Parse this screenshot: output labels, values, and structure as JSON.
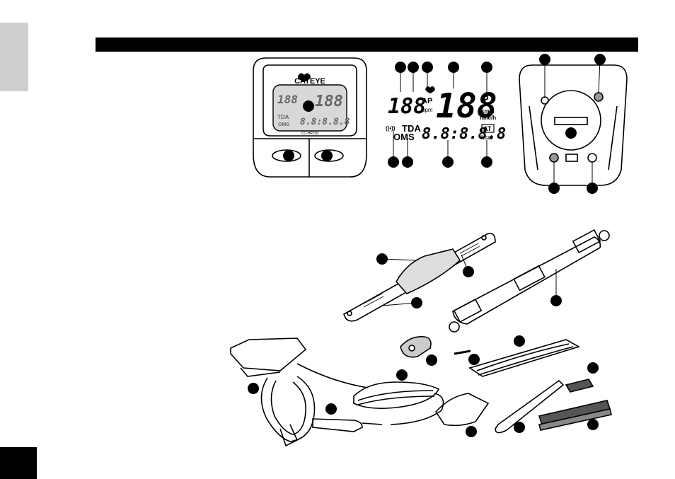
{
  "brand": "CATEYE",
  "model_code": "CC-HR100",
  "display": {
    "upper_left": "188",
    "upper_right": "188",
    "small_digit": "8",
    "bottom_digits": "8.8:8.8.8",
    "ap": "AP",
    "bpm": "bpm",
    "kmh": "km/h",
    "mileh": "mile/h",
    "tda": "TDA",
    "oms": "OMS",
    "at": "AT",
    "kcal": "kcal",
    "signal": "((•))"
  },
  "icons": {
    "heart": "heart-icon",
    "signal": "signal-icon"
  },
  "colors": {
    "header_bar": "#000000",
    "side_tab": "#cfcfcf",
    "callout": "#000000"
  }
}
